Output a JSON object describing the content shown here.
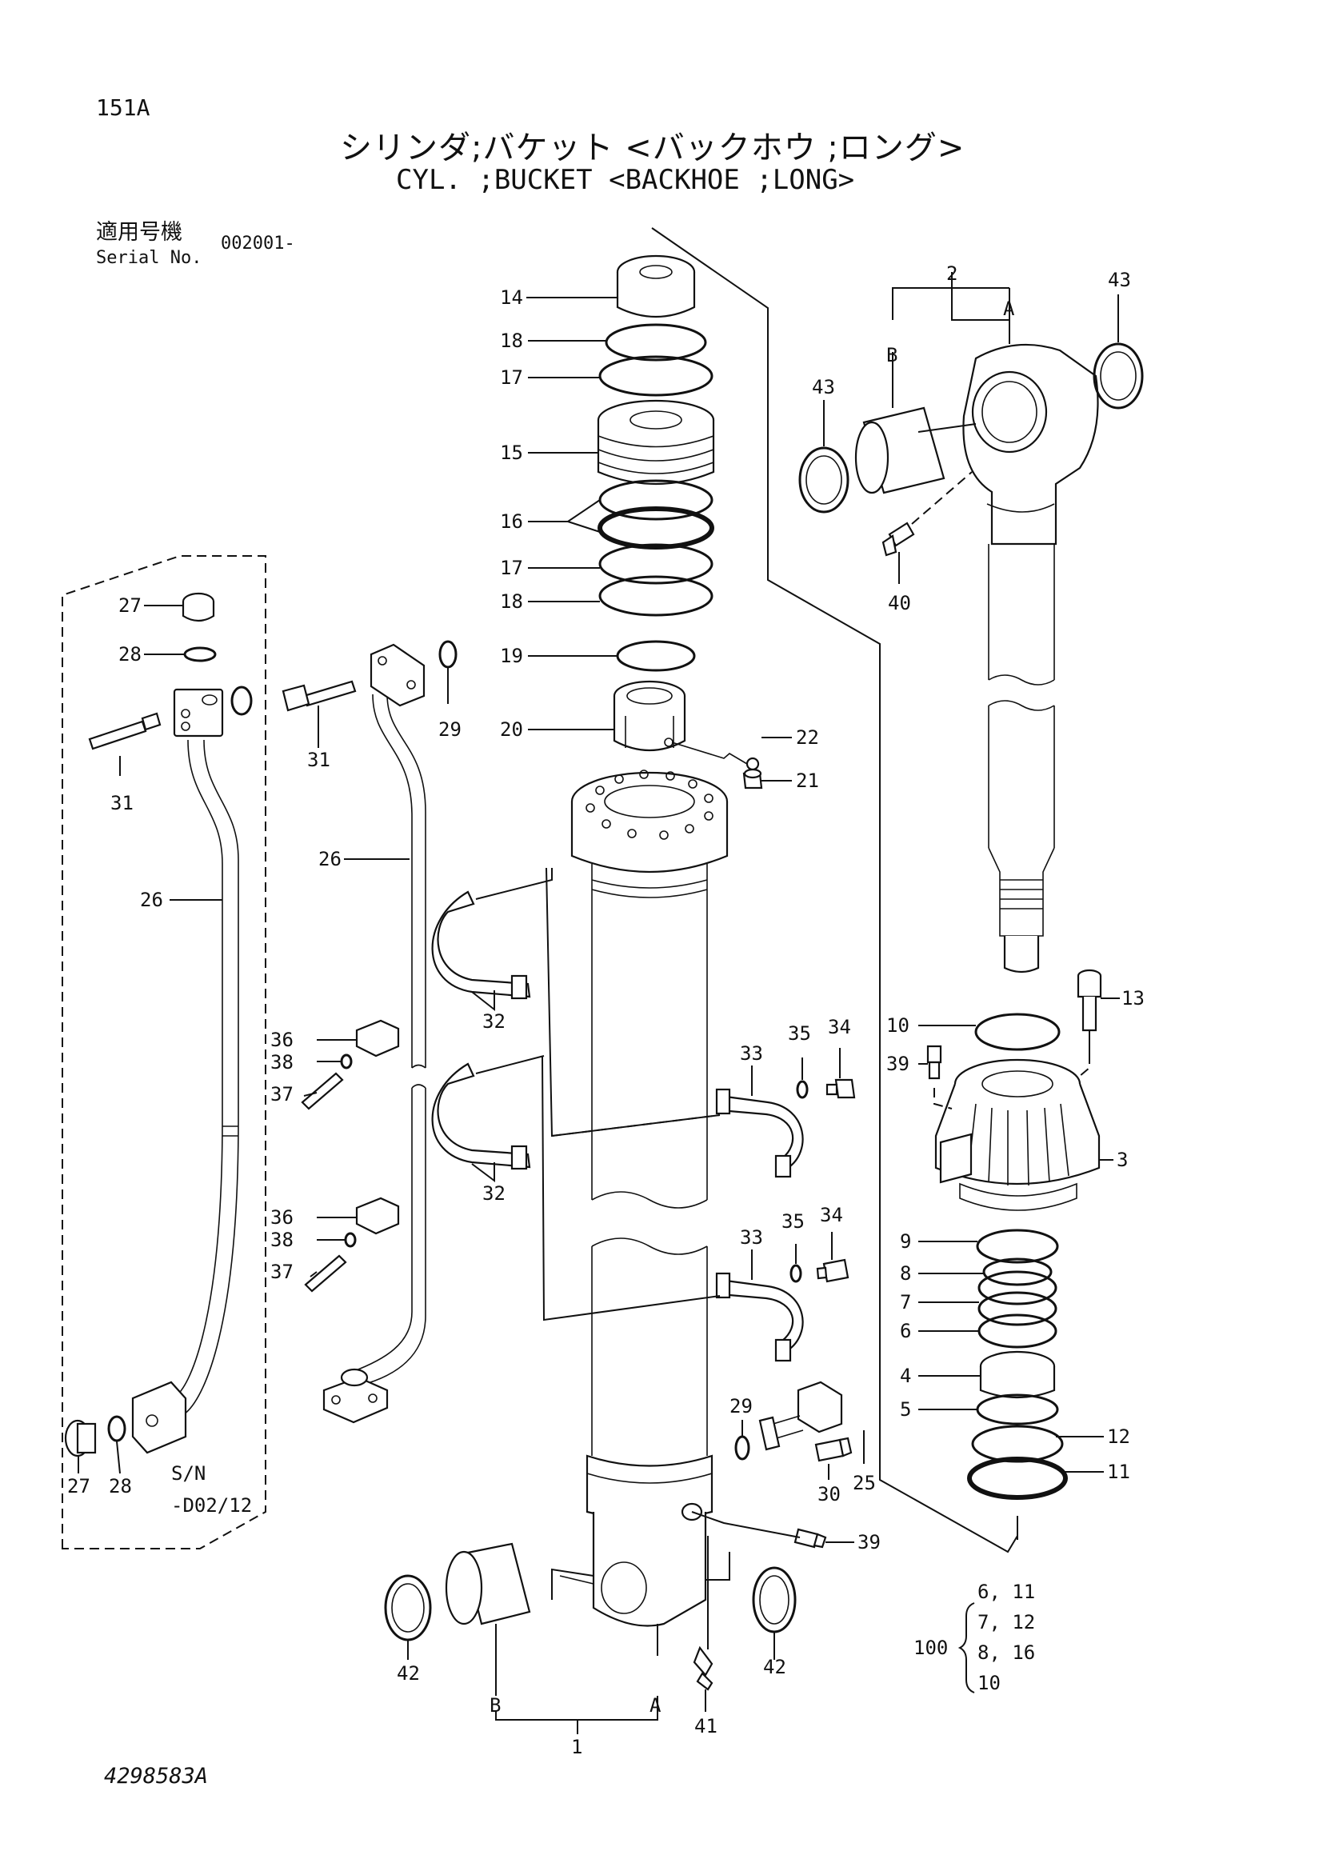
{
  "header": {
    "page_number": "151A",
    "title_jp": "シリンダ;バケット <バックホウ ;ロング>",
    "title_en": "CYL. ;BUCKET <BACKHOE ;LONG>",
    "serial_label_jp": "適用号機",
    "serial_label_en": "Serial No.",
    "serial_value": "002001-"
  },
  "footer": {
    "drawing_number": "4298583A"
  },
  "parts": {
    "p1": "1",
    "p2": "2",
    "p3": "3",
    "p4": "4",
    "p5": "5",
    "p6": "6",
    "p7": "7",
    "p8": "8",
    "p9": "9",
    "p10": "10",
    "p11": "11",
    "p12": "12",
    "p13": "13",
    "p14": "14",
    "p15": "15",
    "p16": "16",
    "p17": "17",
    "p18": "18",
    "p19": "19",
    "p20": "20",
    "p21": "21",
    "p22": "22",
    "p25": "25",
    "p26": "26",
    "p27": "27",
    "p28": "28",
    "p29": "29",
    "p30": "30",
    "p31": "31",
    "p32": "32",
    "p33": "33",
    "p34": "34",
    "p35": "35",
    "p36": "36",
    "p37": "37",
    "p38": "38",
    "p39": "39",
    "p40": "40",
    "p41": "41",
    "p42": "42",
    "p43": "43",
    "sub_a": "A",
    "sub_b": "B"
  },
  "inset_note": {
    "line1": "S/N",
    "line2": "-D02/12"
  },
  "seal_kit": {
    "number": "100",
    "items": [
      "6, 11",
      "7, 12",
      "8, 16",
      "10"
    ]
  }
}
